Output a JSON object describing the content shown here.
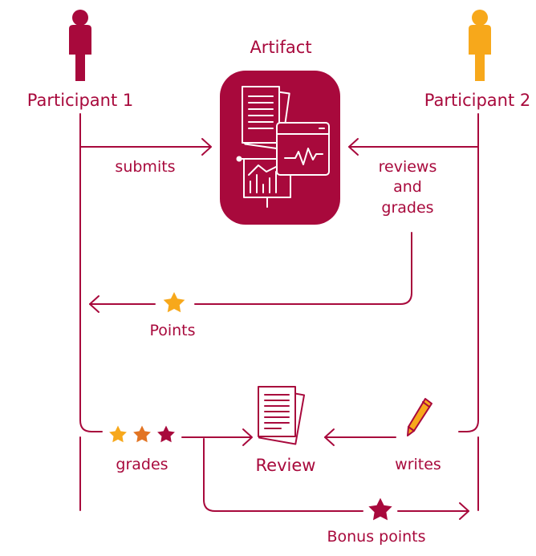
{
  "colors": {
    "crimson": "#A8093C",
    "amber": "#F7A81B",
    "orange": "#E27423",
    "white": "#FFFFFF"
  },
  "actors": {
    "participant_1": {
      "label": "Participant 1",
      "icon": "person-icon",
      "color": "#A8093C"
    },
    "participant_2": {
      "label": "Participant 2",
      "icon": "person-icon",
      "color": "#F7A81B"
    }
  },
  "artifact": {
    "title": "Artifact",
    "icons": [
      "document-stack-icon",
      "monitor-pulse-icon",
      "presentation-chart-icon"
    ]
  },
  "flows": {
    "submits": "submits",
    "reviews_and_grades": [
      "reviews",
      "and",
      "grades"
    ],
    "points": "Points",
    "grades": "grades",
    "review": "Review",
    "writes": "writes",
    "bonus_points": "Bonus points"
  },
  "icons": {
    "points_star": "star-icon",
    "grade_stars": [
      "star-icon",
      "star-icon",
      "star-icon"
    ],
    "review_document": "document-stack-icon",
    "pencil": "pencil-icon",
    "bonus_star": "star-icon"
  }
}
